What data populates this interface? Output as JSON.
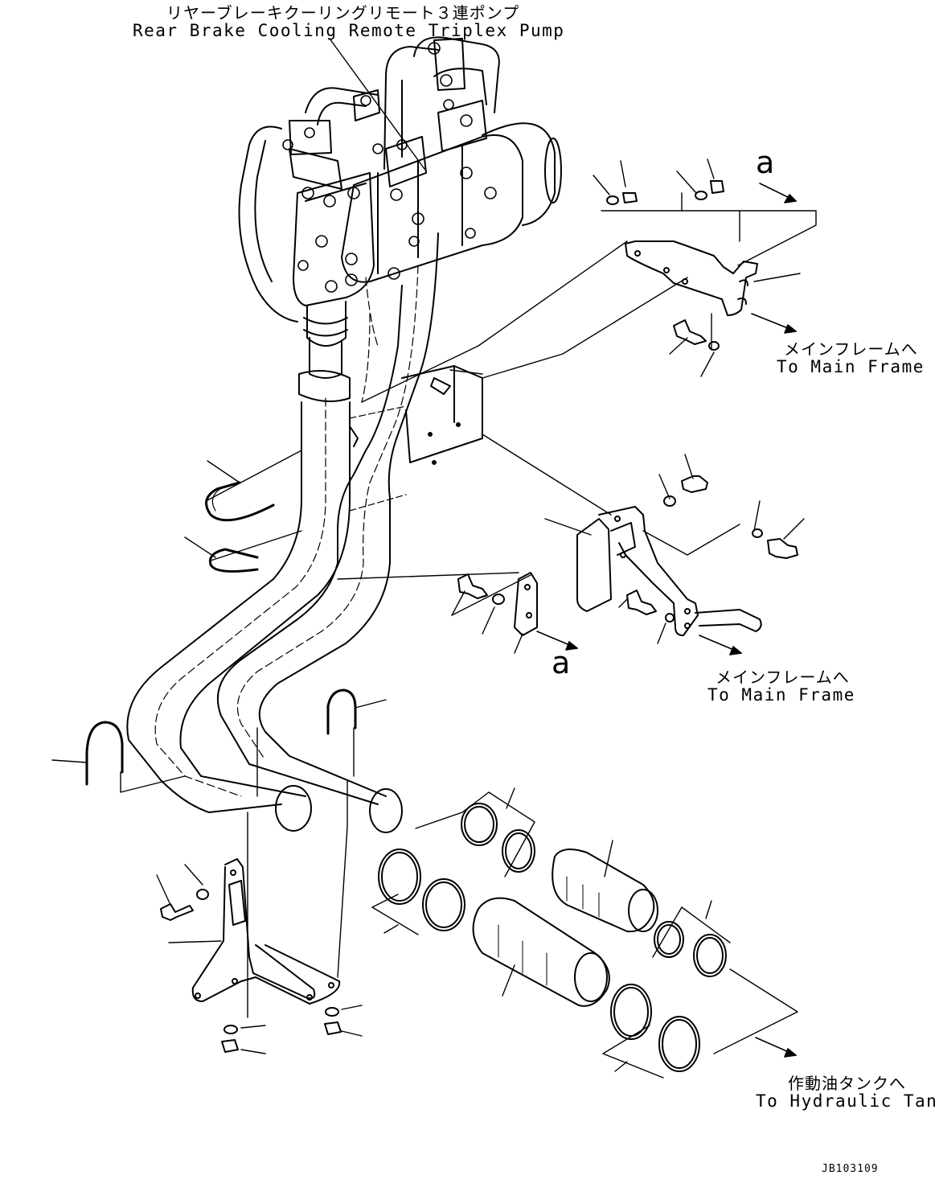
{
  "labels": {
    "pump_jp": "リヤーブレーキクーリングリモート３連ポンプ",
    "pump_en": "Rear Brake Cooling Remote Triplex Pump",
    "main_frame_1_jp": "メインフレームへ",
    "main_frame_1_en": "To Main Frame",
    "main_frame_2_jp": "メインフレームへ",
    "main_frame_2_en": "To Main Frame",
    "hyd_tank_jp": "作動油タンクへ",
    "hyd_tank_en": "To Hydraulic Tank",
    "callout_a_top": "a",
    "callout_a_mid": "a",
    "drawing_code": "JB103109"
  }
}
